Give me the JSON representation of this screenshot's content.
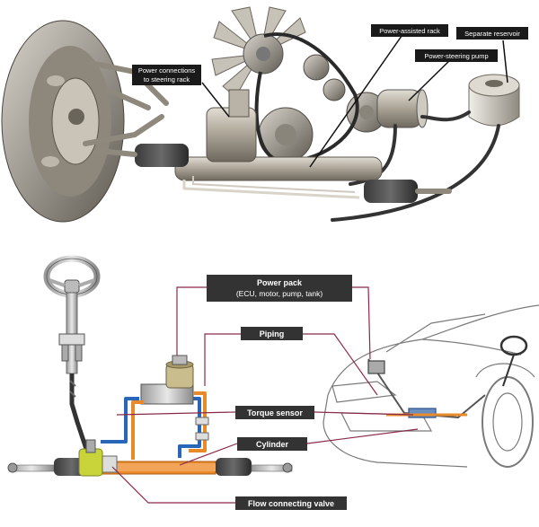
{
  "top_labels": {
    "power_connections_line1": "Power connections",
    "power_connections_line2": "to steering rack",
    "power_assisted_rack": "Power-assisted rack",
    "separate_reservoir": "Separate reservoir",
    "power_steering_pump": "Power-steering pump"
  },
  "bottom_labels": {
    "power_pack_line1": "Power pack",
    "power_pack_line2": "(ECU, motor, pump, tank)",
    "piping": "Piping",
    "torque_sensor": "Torque sensor",
    "cylinder": "Cylinder",
    "flow_connecting_valve": "Flow connecting valve"
  },
  "colors": {
    "label_bg": "#1a1a1a",
    "leader_top": "#111111",
    "leader_bottom": "#8a2a4a",
    "hydraulic_orange": "#e8892a",
    "hydraulic_blue": "#2a66b8",
    "metal": "#b8b4aa",
    "valve_green": "#c8d43a"
  }
}
